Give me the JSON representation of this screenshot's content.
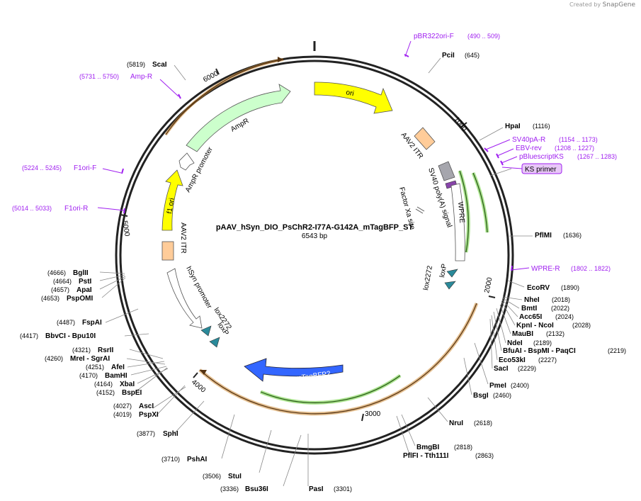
{
  "credit": {
    "prefix": "Created by",
    "brand": "SnapGene"
  },
  "title": {
    "name": "pAAV_hSyn_DIO_PsChR2-I77A-G142A_mTagBFP_ST",
    "length": "6543 bp"
  },
  "ticks": [
    "1000",
    "2000",
    "3000",
    "4000",
    "5000",
    "6000"
  ],
  "features": {
    "ori": "ori",
    "ampr": "AmpR",
    "ampr_promoter": "AmpR promoter",
    "f1_ori": "f1 ori",
    "aav2_itr_left": "AAV2 ITR",
    "aav2_itr_right": "AAV2 ITR",
    "sv40_polya": "SV40 poly(A) signal",
    "wpre": "WPRE",
    "factor_xa": "Factor Xa site",
    "lox2272_right": "lox2272",
    "loxp_right": "loxP",
    "lox2272_left": "lox2272",
    "loxp_left": "loxP",
    "hsyn_promoter": "hSyn promoter",
    "mtagbfp2": "mTagBFP2"
  },
  "primers": [
    {
      "name": "pBR322ori-F",
      "range": "(490 .. 509)"
    },
    {
      "name": "SV40pA-R",
      "range": "(1154 .. 1173)"
    },
    {
      "name": "EBV-rev",
      "range": "(1208 .. 1227)"
    },
    {
      "name": "pBluescriptKS",
      "range": "(1267 .. 1283)"
    },
    {
      "name": "KS primer",
      "range": ""
    },
    {
      "name": "WPRE-R",
      "range": "(1802 .. 1822)"
    },
    {
      "name": "Amp-R",
      "range": "(5731 .. 5750)"
    },
    {
      "name": "F1ori-F",
      "range": "(5224 .. 5245)"
    },
    {
      "name": "F1ori-R",
      "range": "(5014 .. 5033)"
    }
  ],
  "enzymes": [
    {
      "name": "PciI",
      "pos": "(645)"
    },
    {
      "name": "HpaI",
      "pos": "(1116)"
    },
    {
      "name": "PflMI",
      "pos": "(1636)"
    },
    {
      "name": "EcoRV",
      "pos": "(1890)"
    },
    {
      "name": "NheI",
      "pos": "(2018)"
    },
    {
      "name": "BmtI",
      "pos": "(2022)"
    },
    {
      "name": "Acc65I",
      "pos": "(2024)"
    },
    {
      "name": "KpnI  - NcoI",
      "pos": "(2028)"
    },
    {
      "name": "MauBI",
      "pos": "(2132)"
    },
    {
      "name": "NdeI",
      "pos": "(2189)"
    },
    {
      "name": "BfuAI  - BspMI  - PaqCI",
      "pos": "(2219)"
    },
    {
      "name": "Eco53kI",
      "pos": "(2227)"
    },
    {
      "name": "SacI",
      "pos": "(2229)"
    },
    {
      "name": "PmeI",
      "pos": "(2400)"
    },
    {
      "name": "BsgI",
      "pos": "(2460)"
    },
    {
      "name": "NruI",
      "pos": "(2618)"
    },
    {
      "name": "BmgBI",
      "pos": "(2818)"
    },
    {
      "name": "PflFI  - Tth111I",
      "pos": "(2863)"
    },
    {
      "name": "PasI",
      "pos": "(3301)"
    },
    {
      "name": "Bsu36I",
      "pos": "(3336)"
    },
    {
      "name": "StuI",
      "pos": "(3506)"
    },
    {
      "name": "PshAI",
      "pos": "(3710)"
    },
    {
      "name": "SphI",
      "pos": "(3877)"
    },
    {
      "name": "PspXI",
      "pos": "(4019)"
    },
    {
      "name": "AscI",
      "pos": "(4027)"
    },
    {
      "name": "BspEI",
      "pos": "(4152)"
    },
    {
      "name": "XbaI",
      "pos": "(4164)"
    },
    {
      "name": "BamHI",
      "pos": "(4170)"
    },
    {
      "name": "AfeI",
      "pos": "(4251)"
    },
    {
      "name": "MreI  - SgrAI",
      "pos": "(4260)"
    },
    {
      "name": "RsrII",
      "pos": "(4321)"
    },
    {
      "name": "BbvCI  - Bpu10I",
      "pos": "(4417)"
    },
    {
      "name": "FspAI",
      "pos": "(4487)"
    },
    {
      "name": "PspOMI",
      "pos": "(4653)"
    },
    {
      "name": "ApaI",
      "pos": "(4657)"
    },
    {
      "name": "PstI",
      "pos": "(4664)"
    },
    {
      "name": "BglII",
      "pos": "(4666)"
    },
    {
      "name": "ScaI",
      "pos": "(5819)"
    }
  ],
  "colors": {
    "ori": "#ffff00",
    "ampr": "#ccffcc",
    "itr": "#ffcc99",
    "polya": "#a6a6ad",
    "mtagbfp2": "#3366ff",
    "lox": "#2a8a9a",
    "orange_orf": "#cc8833",
    "green_orf": "#66cc33",
    "primer": "#a020f0"
  }
}
